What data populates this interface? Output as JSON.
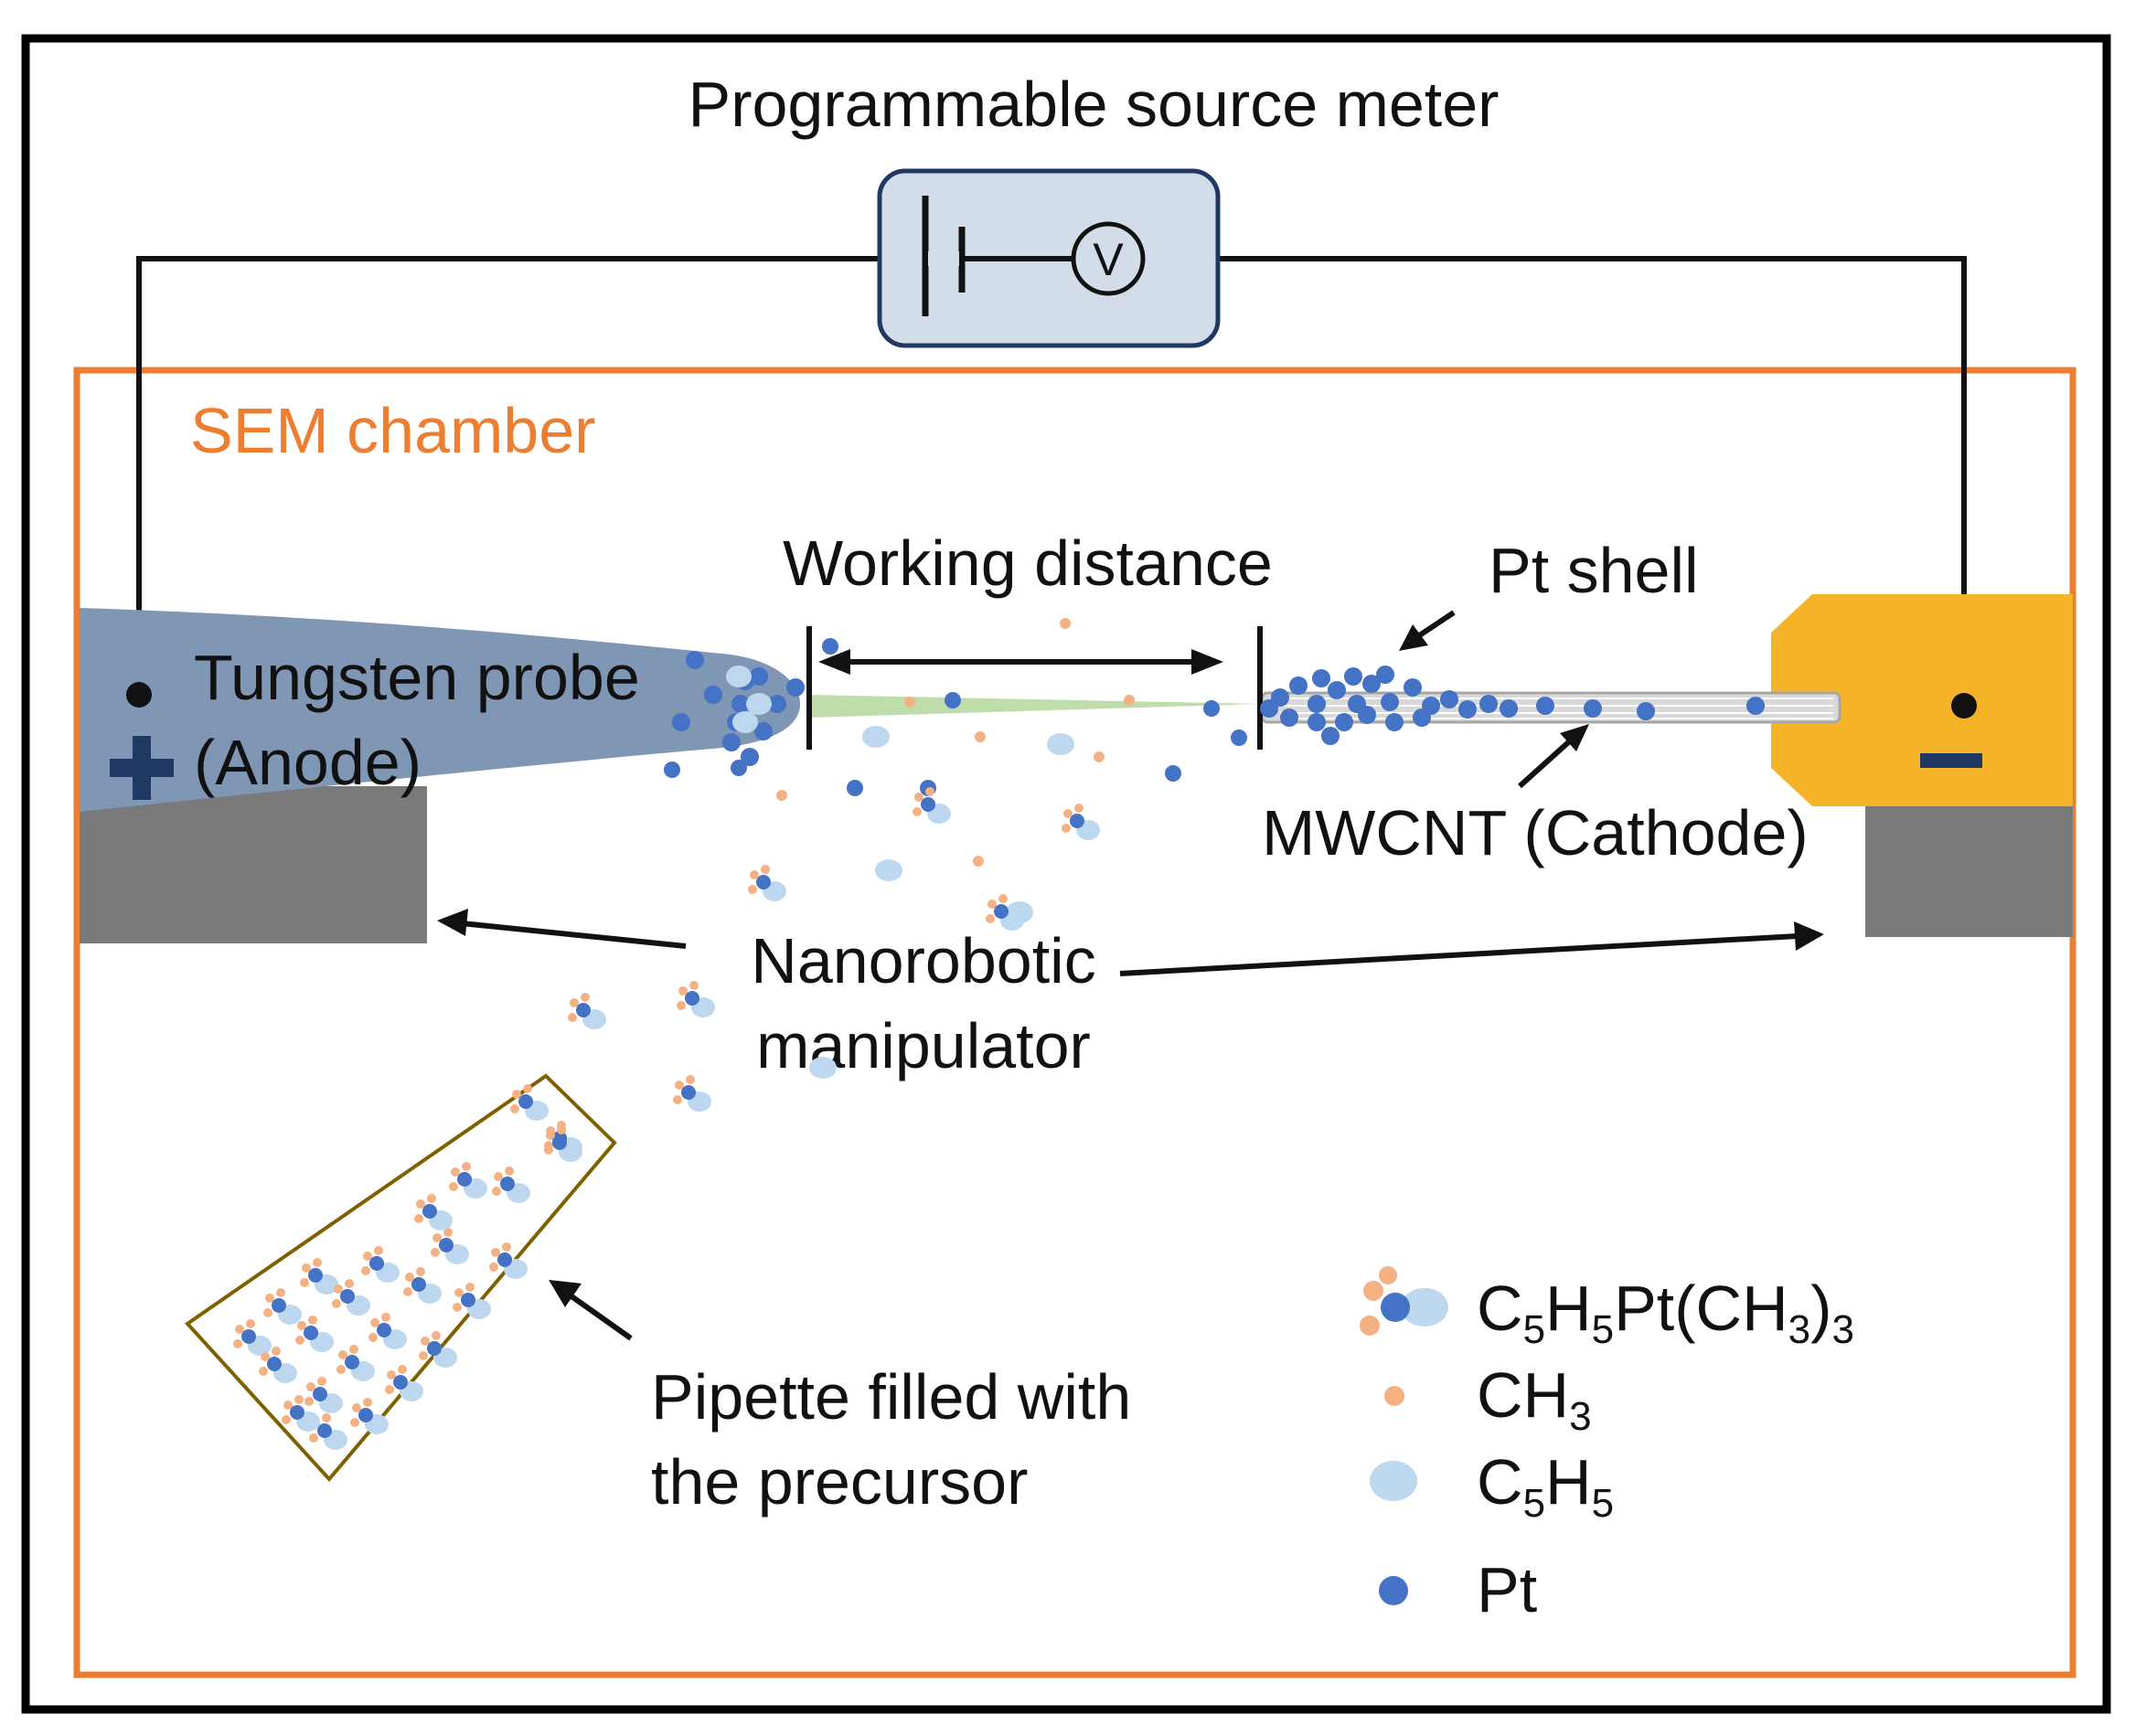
{
  "colors": {
    "outer_frame": "#000000",
    "chamber": "#ED7D31",
    "probe": "#7F97B5",
    "cathode_holder": "#F5B428",
    "manipulator_block": "#7A7A7A",
    "meter_fill": "#D3DCE9",
    "meter_stroke": "#1F3864",
    "pt": "#4472C4",
    "ch3": "#F4B183",
    "c5h5": "#BDD7EE",
    "pipette": "#7F6000",
    "beam": "#A9D18E",
    "plus_sign": "#1F3864"
  },
  "labels": {
    "source_meter": "Programmable source meter",
    "voltmeter_symbol": "V",
    "sem_chamber": "SEM chamber",
    "working_distance": "Working distance",
    "pt_shell": "Pt shell",
    "tungsten_line1": "Tungsten probe",
    "tungsten_line2": "(Anode)",
    "mwcnt": "MWCNT (Cathode)",
    "manipulator_line1": "Nanorobotic",
    "manipulator_line2": "manipulator",
    "pipette_line1": "Pipette filled with",
    "pipette_line2": "the precursor"
  },
  "legend": {
    "precursor": {
      "p1": "C",
      "s1": "5",
      "p2": "H",
      "s2": "5",
      "p3": "Pt(CH",
      "s3": "3",
      "p4": ")",
      "s4": "3"
    },
    "ch3": {
      "p1": "CH",
      "s1": "3"
    },
    "c5h5": {
      "p1": "C",
      "s1": "5",
      "p2": "H",
      "s2": "5"
    },
    "pt": {
      "p1": "Pt"
    }
  }
}
